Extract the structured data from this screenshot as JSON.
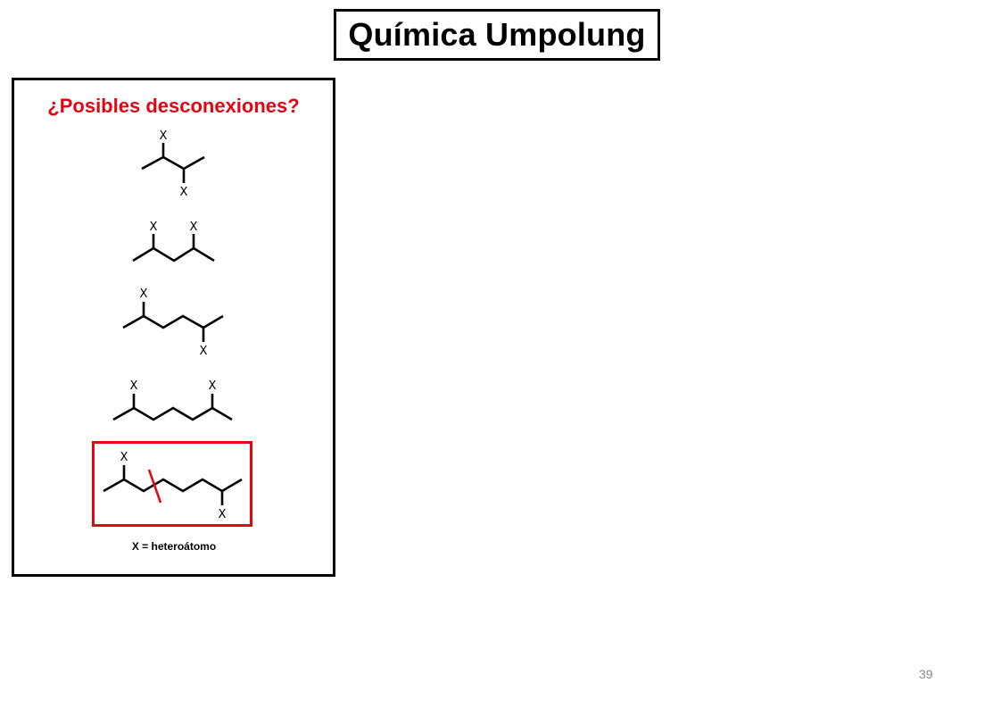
{
  "slide": {
    "title": "Química Umpolung",
    "page_number": "39"
  },
  "panel": {
    "title": "¿Posibles desconexiones?",
    "legend": "X = heteroátomo"
  },
  "molecules": [
    {
      "id": "1,2",
      "labels": [
        "X",
        "X"
      ]
    },
    {
      "id": "1,3",
      "labels": [
        "X",
        "X"
      ]
    },
    {
      "id": "1,4",
      "labels": [
        "X",
        "X"
      ]
    },
    {
      "id": "1,5",
      "labels": [
        "X",
        "X"
      ]
    },
    {
      "id": "1,6",
      "labels": [
        "X",
        "X"
      ],
      "highlighted": true
    }
  ],
  "colors": {
    "accent": "#e30613",
    "text": "#000000",
    "page_number": "#8a8a8a"
  }
}
